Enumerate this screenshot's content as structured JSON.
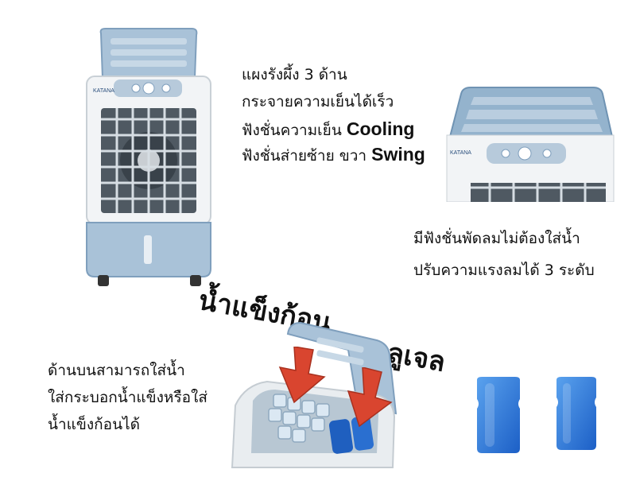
{
  "features_top": {
    "line1": "แผงรังผึ้ง 3 ด้าน",
    "line2": "กระจายความเย็นได้เร็ว",
    "line3_prefix": "ฟังชั่นความเย็น",
    "line3_bold": "Cooling",
    "line4_prefix": "ฟังชั่นส่ายซ้าย ขวา",
    "line4_bold": "Swing"
  },
  "features_right": {
    "line1": "มีฟังชั่นพัดลมไม่ต้องใส่น้ำ",
    "line2": "ปรับความแรงลมได้ 3 ระดับ"
  },
  "ice_label": "น้ำแข็งก้อน",
  "gel_label": "คลูเจล",
  "features_bottom": {
    "line1": "ด้านบนสามารถใส่น้ำ",
    "line2": "ใส่กระบอกน้ำแข็งหรือใส่",
    "line3": "น้ำแข็งก้อนได้"
  },
  "colors": {
    "body_blue": "#9fbdd6",
    "dark_blue": "#6b8fb0",
    "arrow_red": "#d9452f",
    "ice_pack_blue": "#1e6fd6"
  }
}
